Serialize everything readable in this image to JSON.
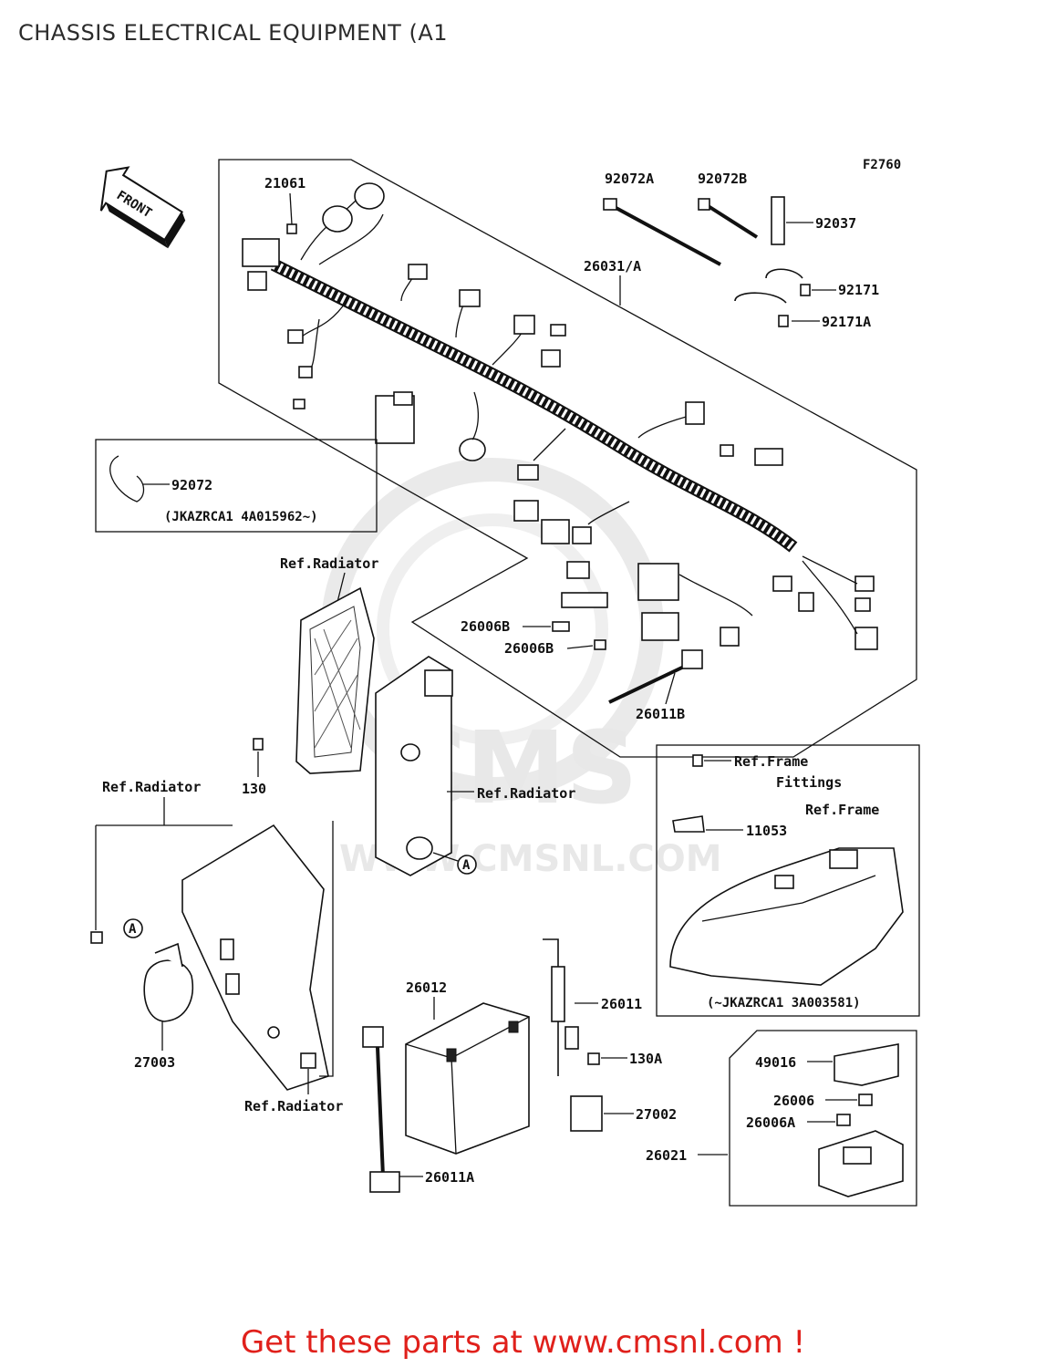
{
  "title": "CHASSIS ELECTRICAL EQUIPMENT (A1",
  "figure_code": "F2760",
  "front_indicator": "FRONT",
  "watermark": {
    "logo_text": "CMS",
    "site_text": "WWW.CMSNL.COM"
  },
  "part_labels": {
    "p21061": "21061",
    "p92072A": "92072A",
    "p92072B": "92072B",
    "p92037": "92037",
    "p26031A": "26031/A",
    "p92171": "92171",
    "p92171A": "92171A",
    "p92072": "92072",
    "p26006B_1": "26006B",
    "p26006B_2": "26006B",
    "p26011B": "26011B",
    "p130": "130",
    "p11053": "11053",
    "p27003": "27003",
    "p26012": "26012",
    "p26011": "26011",
    "p130A": "130A",
    "p27002": "27002",
    "p26011A": "26011A",
    "p49016": "49016",
    "p26006": "26006",
    "p26006A": "26006A",
    "p26021": "26021"
  },
  "reference_labels": {
    "ref_radiator_top": "Ref.Radiator",
    "ref_radiator_left": "Ref.Radiator",
    "ref_radiator_mid": "Ref.Radiator",
    "ref_radiator_bottom": "Ref.Radiator",
    "ref_frame_fittings_1": "Ref.Frame",
    "ref_frame_fittings_2": "Fittings",
    "ref_frame": "Ref.Frame"
  },
  "serial_notes": {
    "from_serial": "(JKAZRCA1 4A015962~)",
    "until_serial": "(~JKAZRCA1 3A003581)"
  },
  "callouts": {
    "a1": "A",
    "a2": "A"
  },
  "promo_text": "Get these parts at www.cmsnl.com !"
}
